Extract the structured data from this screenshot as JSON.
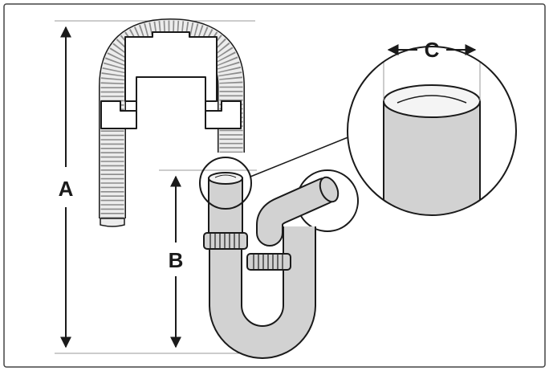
{
  "labels": {
    "a": "A",
    "b": "B",
    "c": "C"
  },
  "colors": {
    "pipe_fill": "#d2d2d2",
    "pipe_dark": "#bdbdbd",
    "outline": "#1a1a1a",
    "frame": "#444444",
    "guide": "#9a9a9a"
  }
}
